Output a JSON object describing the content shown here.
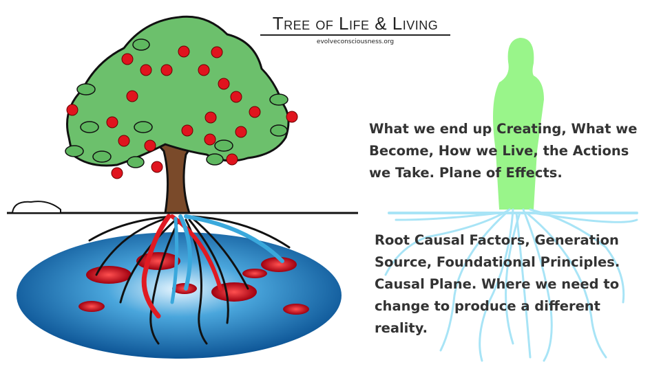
{
  "header": {
    "title": "Tree of Life & Living",
    "subtitle": "evolveconsciousness.org"
  },
  "effects_text": "What we end up Creating, What we Become, How we Live, the Actions we Take. Plane of Effects.",
  "causes_text": "Root Causal Factors, Generation Source, Foundational Principles. Causal Plane. Where we need to change to produce a different reality.",
  "colors": {
    "foliage": "#6cc06c",
    "apple": "#e0141e",
    "pool": "#1a6fb0",
    "person": "#99f58a",
    "roots_right": "#a8e4f6",
    "root_red": "#e01a22",
    "root_blue": "#3aa8dc",
    "trunk": "#7a4a2a"
  }
}
